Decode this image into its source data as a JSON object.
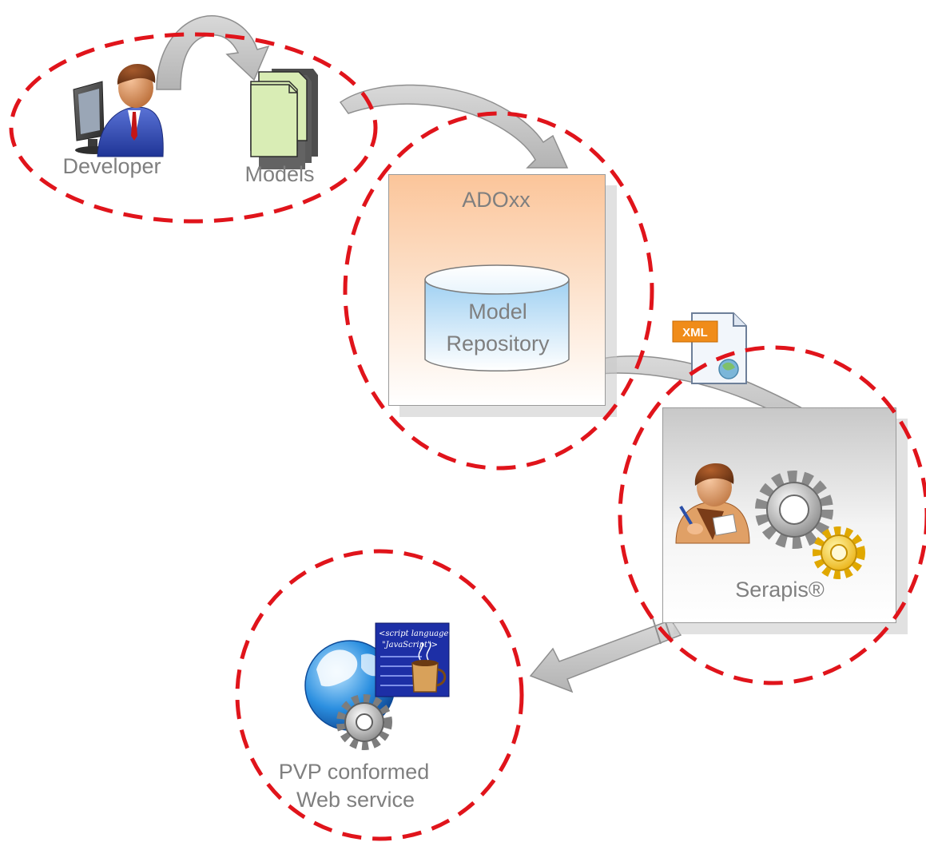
{
  "diagram": {
    "nodes": {
      "developer": {
        "label": "Developer"
      },
      "models": {
        "label": "Models"
      },
      "adoxx": {
        "label": "ADOxx"
      },
      "repository": {
        "label_line1": "Model",
        "label_line2": "Repository"
      },
      "xml_file": {
        "label": "XML"
      },
      "serapis": {
        "label": "Serapis®"
      },
      "web_service": {
        "label_line1": "PVP conformed",
        "label_line2": "Web service"
      },
      "script_card": {
        "line1": "<script language=",
        "line2": "\"JavaScript\">"
      }
    },
    "edges": [
      {
        "from": "developer",
        "to": "models"
      },
      {
        "from": "models",
        "to": "adoxx"
      },
      {
        "from": "repository",
        "to": "serapis",
        "via": "xml_file"
      },
      {
        "from": "serapis",
        "to": "web_service"
      }
    ],
    "colors": {
      "dashed_ring": "#e0141b",
      "arrow_fill": "#c4c4c4",
      "label_text": "#7f7f7f",
      "adoxx_top": "#fbc59a",
      "repository_cylinder": "#a9d6f5",
      "serapis_box": "#c8c8c8"
    },
    "icons": {
      "developer": "developer-at-computer-icon",
      "models": "document-stack-icon",
      "xml_file": "xml-file-icon",
      "serapis_person": "person-with-pen-icon",
      "serapis_gears": "gears-icon",
      "web_service_globe": "globe-gear-icon",
      "web_service_script": "javascript-coffee-icon"
    }
  }
}
